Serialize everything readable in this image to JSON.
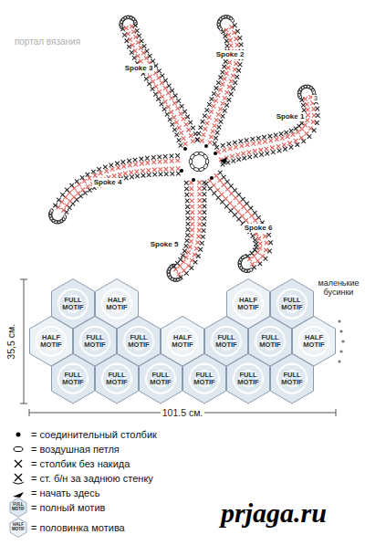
{
  "diagram": {
    "nodes": [
      {
        "text": [
          "FULL MOTIF"
        ]
      },
      {
        "text": [
          "HALF MOTIF"
        ]
      },
      {
        "text": [
          "HALF MOTIF"
        ]
      },
      {
        "text": [
          "FULL MOTIF"
        ]
      },
      {
        "text": [
          "HALF MOTIF"
        ]
      },
      {
        "text": [
          "FULL MOTIF"
        ]
      },
      {
        "text": [
          "FULL MOTIF"
        ]
      },
      {
        "text": [
          "HALF MOTIF"
        ]
      },
      {
        "text": [
          "FULL MOTIF"
        ]
      },
      {
        "text": [
          "FULL MOTIF"
        ]
      },
      {
        "text": [
          "HALF MOTIF"
        ]
      },
      {
        "text": [
          "FULL MOTIF"
        ]
      },
      {
        "text": [
          "FULL MOTIF"
        ]
      },
      {
        "text": [
          "FULL MOTIF"
        ]
      },
      {
        "text": [
          "FULL MOTIF"
        ]
      },
      {
        "text": [
          "FULL MOTIF"
        ]
      },
      {
        "text": [
          "FULL MOTIF"
        ]
      }
    ],
    "labels": [
      "портал вязания",
      "Spoke 1",
      "Spoke 2",
      "Spoke 3",
      "Spoke 4",
      "Spoke 5",
      "Spoke 6",
      "3",
      "маленькие бусинки",
      "35,5 см.",
      "101.5 см.",
      "FULL MOTIF",
      "HALF MOTIF",
      "prjaga.ru"
    ],
    "legend": [
      {
        "text": "= соединительный столбик"
      },
      {
        "text": "= воздушная петля"
      },
      {
        "text": "= столбик без накида"
      },
      {
        "text": "= ст. б/н за заднюю стенку"
      },
      {
        "text": "= начать здесь"
      },
      {
        "text": "= полный мотив"
      },
      {
        "text": "= половинка мотива"
      }
    ]
  }
}
